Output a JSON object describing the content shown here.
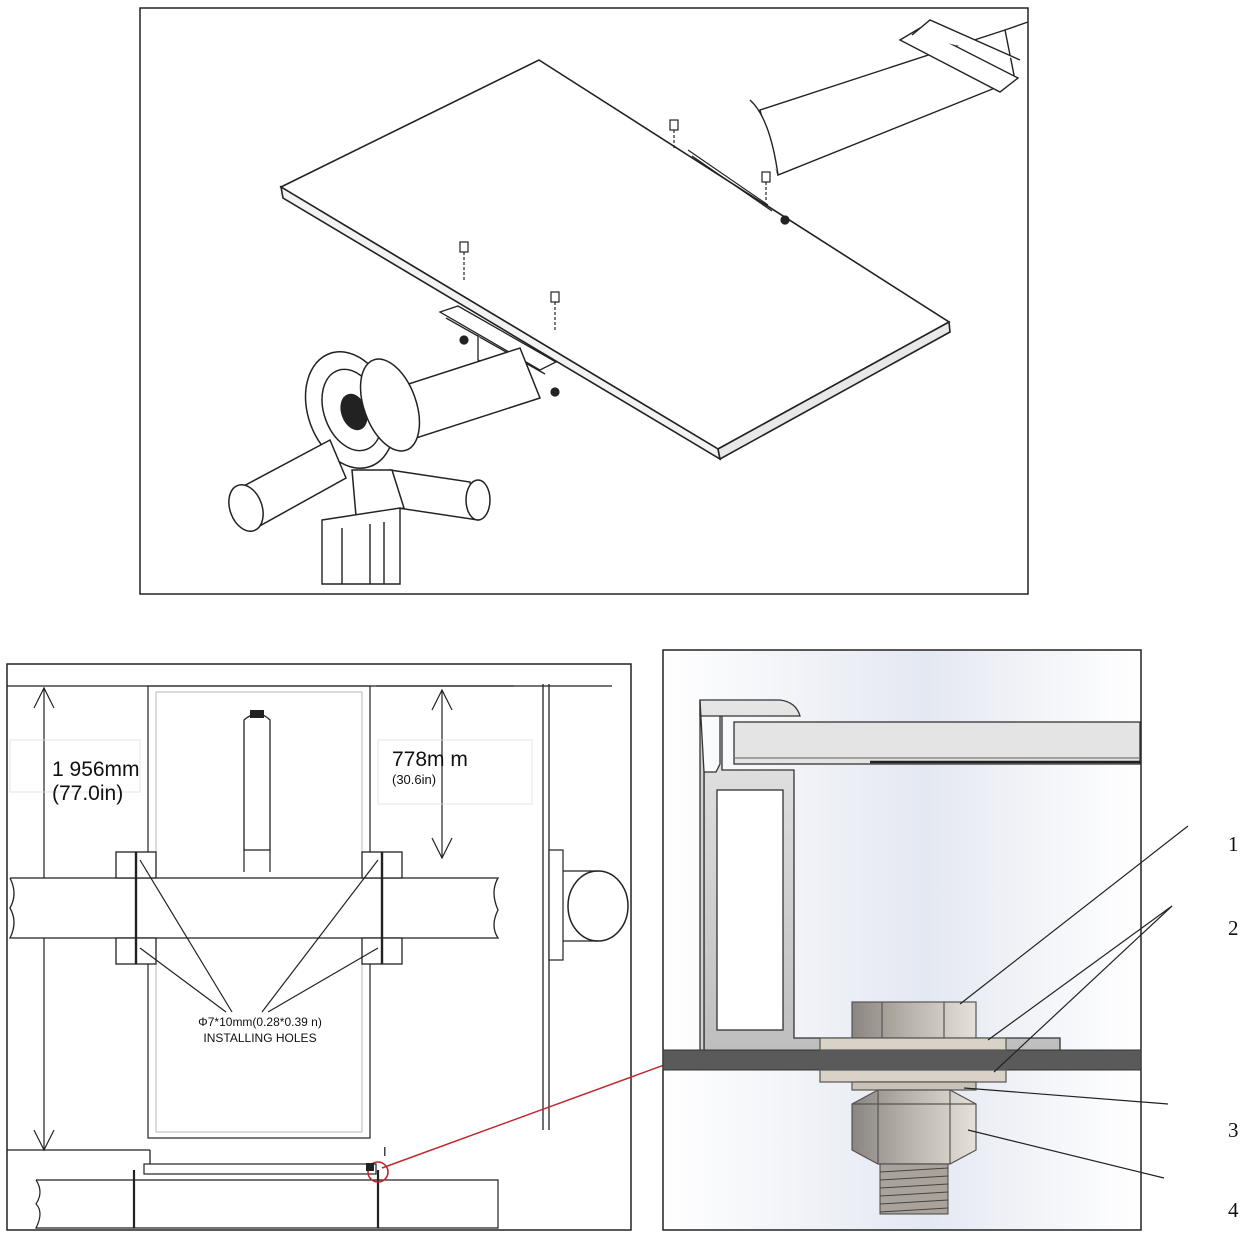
{
  "dimension_height": {
    "mm": "1 956mm",
    "in": "(77.0in)"
  },
  "dimension_panel": {
    "mm": "778m m",
    "in": "(30.6in)"
  },
  "installing_holes": {
    "size": "Φ7*10mm(0.28*0.39  n)",
    "caption": "INSTALLING   HOLES"
  },
  "detail_marker": "I",
  "callouts": [
    "1",
    "2",
    "3",
    "4"
  ],
  "colors": {
    "line": "#222222",
    "arrow": "#c0262c",
    "nut": "#d6d0c6",
    "plate": "#5a5a5a"
  }
}
